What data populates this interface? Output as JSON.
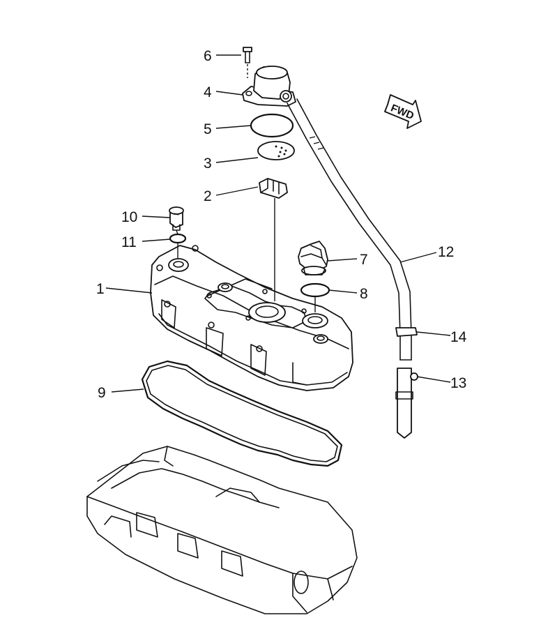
{
  "fwd_text": "FWD",
  "callouts": [
    {
      "id": "1",
      "text": "1",
      "part": "cylinder-head-cover"
    },
    {
      "id": "2",
      "text": "2",
      "part": "breather-element"
    },
    {
      "id": "3",
      "text": "3",
      "part": "breather-plate"
    },
    {
      "id": "4",
      "text": "4",
      "part": "breather-cover"
    },
    {
      "id": "5",
      "text": "5",
      "part": "o-ring"
    },
    {
      "id": "6",
      "text": "6",
      "part": "bolt"
    },
    {
      "id": "7",
      "text": "7",
      "part": "oil-filler-cap"
    },
    {
      "id": "8",
      "text": "8",
      "part": "o-ring"
    },
    {
      "id": "9",
      "text": "9",
      "part": "gasket"
    },
    {
      "id": "10",
      "text": "10",
      "part": "bolt"
    },
    {
      "id": "11",
      "text": "11",
      "part": "o-ring"
    },
    {
      "id": "12",
      "text": "12",
      "part": "breather-hose"
    },
    {
      "id": "13",
      "text": "13",
      "part": "clip"
    },
    {
      "id": "14",
      "text": "14",
      "part": "clamp"
    }
  ]
}
